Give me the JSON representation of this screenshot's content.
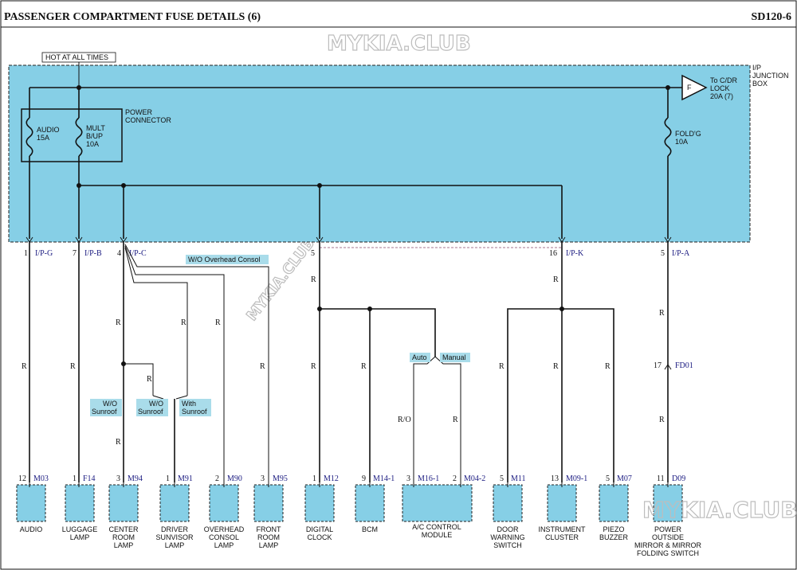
{
  "header": {
    "title": "PASSENGER COMPARTMENT FUSE DETAILS (6)",
    "code": "SD120-6"
  },
  "hot_label": "HOT AT ALL TIMES",
  "junction_box": [
    "I/P",
    "JUNCTION",
    "BOX"
  ],
  "power_connector": [
    "POWER",
    "CONNECTOR"
  ],
  "fuses": {
    "audio": [
      "AUDIO",
      "15A"
    ],
    "mult": [
      "MULT",
      "B/UP",
      "10A"
    ],
    "foldg": [
      "FOLD'G",
      "10A"
    ],
    "cdr": [
      "To C/DR",
      "LOCK",
      "20A (7)"
    ],
    "cdr_symbol": "F"
  },
  "box_pins": [
    {
      "pin": "1",
      "conn": "I/P-G"
    },
    {
      "pin": "7",
      "conn": "I/P-B"
    },
    {
      "pin": "4",
      "conn": "I/P-C"
    },
    {
      "pin": "5",
      "conn": ""
    },
    {
      "pin": "16",
      "conn": "I/P-K"
    },
    {
      "pin": "5",
      "conn": "I/P-A"
    }
  ],
  "wire_color": "R",
  "wire_color_ro": "R/O",
  "options": {
    "wo_overhead": "W/O Overhead Consol",
    "wo_sunroof_a": [
      "W/O",
      "Sunroof"
    ],
    "wo_sunroof_b": [
      "W/O",
      "Sunroof"
    ],
    "with_sunroof": [
      "With",
      "Sunroof"
    ],
    "auto": "Auto",
    "manual": "Manual"
  },
  "inline_connector": {
    "pin": "17",
    "conn": "FD01"
  },
  "components": [
    {
      "pin": "12",
      "conn": "M03",
      "name": [
        "AUDIO"
      ]
    },
    {
      "pin": "1",
      "conn": "F14",
      "name": [
        "LUGGAGE",
        "LAMP"
      ]
    },
    {
      "pin": "3",
      "conn": "M94",
      "name": [
        "CENTER",
        "ROOM",
        "LAMP"
      ]
    },
    {
      "pin": "1",
      "conn": "M91",
      "name": [
        "DRIVER",
        "SUNVISOR",
        "LAMP"
      ]
    },
    {
      "pin": "2",
      "conn": "M90",
      "name": [
        "OVERHEAD",
        "CONSOL",
        "LAMP"
      ]
    },
    {
      "pin": "3",
      "conn": "M95",
      "name": [
        "FRONT",
        "ROOM",
        "LAMP"
      ]
    },
    {
      "pin": "1",
      "conn": "M12",
      "name": [
        "DIGITAL",
        "CLOCK"
      ]
    },
    {
      "pin": "9",
      "conn": "M14-1",
      "name": [
        "BCM"
      ]
    },
    {
      "pin": "3",
      "conn": "M16-1",
      "name": [
        "A/C CONTROL",
        "MODULE"
      ]
    },
    {
      "pin": "2",
      "conn": "M04-2",
      "name": []
    },
    {
      "pin": "5",
      "conn": "M11",
      "name": [
        "DOOR",
        "WARNING",
        "SWITCH"
      ]
    },
    {
      "pin": "13",
      "conn": "M09-1",
      "name": [
        "INSTRUMENT",
        "CLUSTER"
      ]
    },
    {
      "pin": "5",
      "conn": "M07",
      "name": [
        "PIEZO",
        "BUZZER"
      ]
    },
    {
      "pin": "11",
      "conn": "D09",
      "name": [
        "POWER",
        "OUTSIDE",
        "MIRROR & MIRROR",
        "FOLDING SWITCH"
      ]
    }
  ],
  "colors": {
    "box_fill": "#86cfe6",
    "component_fill": "#86cfe6",
    "label_bg": "#a9dcea",
    "conn_text": "#1a1a80"
  }
}
